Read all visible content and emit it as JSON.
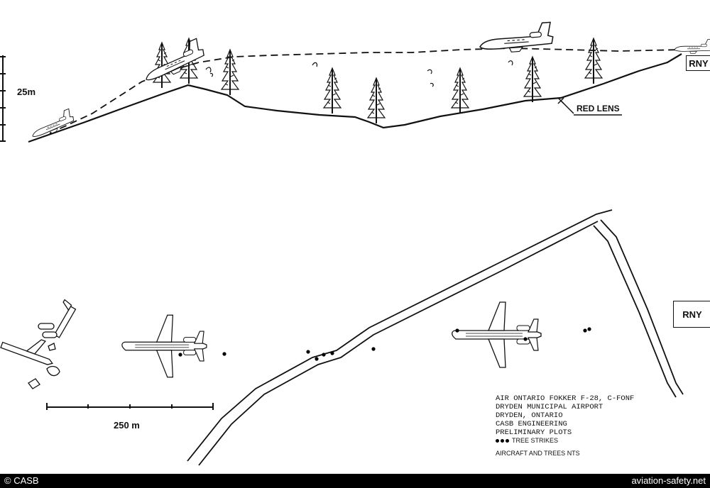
{
  "profile": {
    "scale_label": "25m",
    "red_lens_label": "RED LENS",
    "runway_label": "RNY"
  },
  "plan": {
    "runway_label": "RNY",
    "scale_label": "250 m"
  },
  "caption": {
    "lines": [
      "AIR ONTARIO FOKKER F-28, C-FONF",
      "DRYDEN MUNICIPAL AIRPORT",
      "DRYDEN, ONTARIO",
      "CASB ENGINEERING",
      "PRELIMINARY PLOTS"
    ],
    "legend_tree_strikes": "TREE STRIKES",
    "legend_nts": "AIRCRAFT AND TREES NTS"
  },
  "footer": {
    "copyright": "© CASB",
    "site": "aviation-safety.net"
  },
  "colors": {
    "ink": "#111111",
    "footer_bg": "#000000",
    "footer_text": "#ffffff"
  }
}
